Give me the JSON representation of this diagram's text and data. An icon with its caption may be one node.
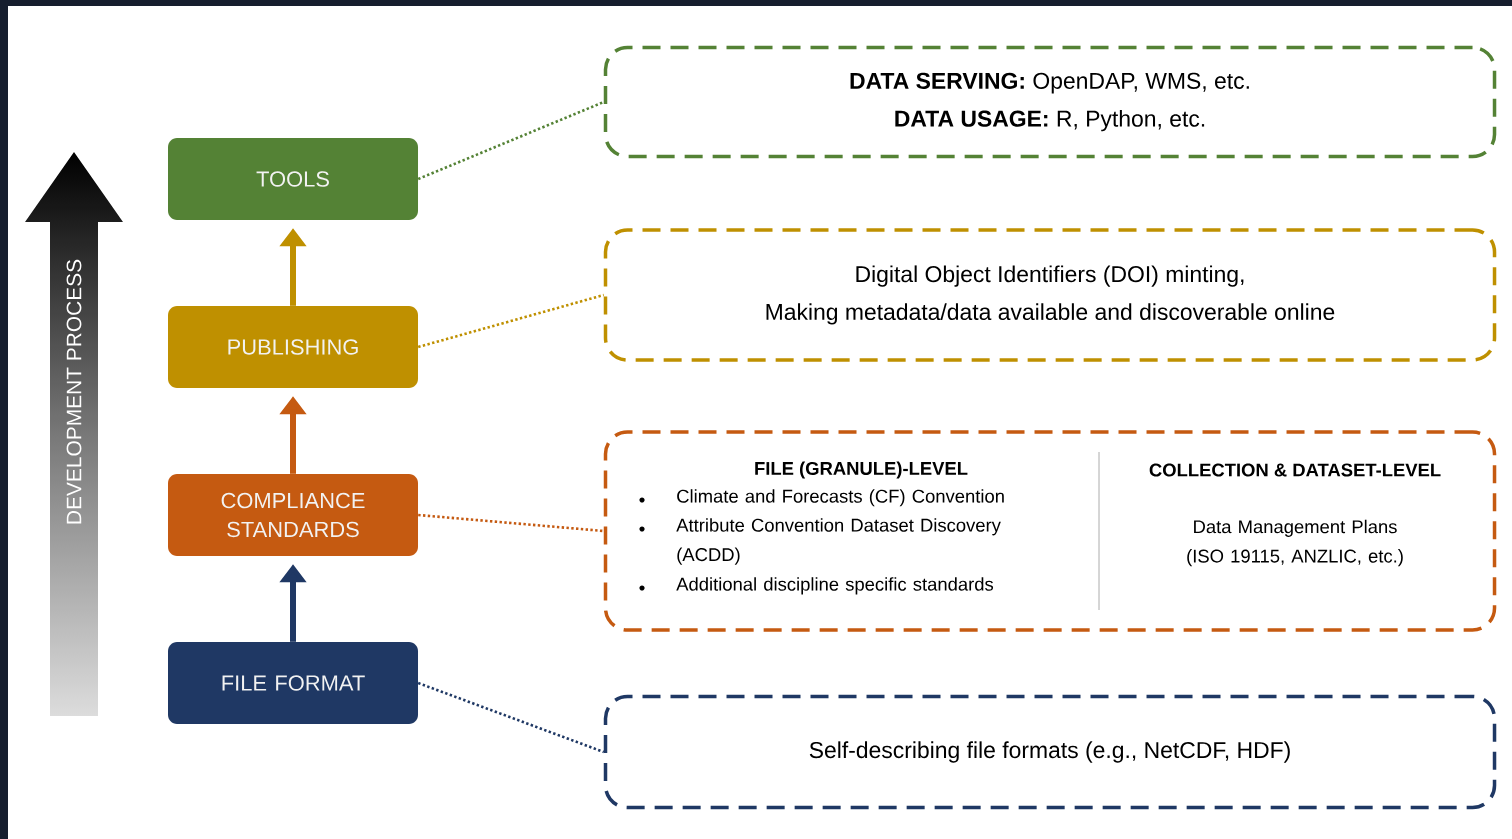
{
  "diagram": {
    "nodes": [
      {
        "text": [
          "TOOLS"
        ]
      },
      {
        "text": [
          "PUBLISHING"
        ]
      },
      {
        "text": [
          "COMPLIANCE STANDARDS"
        ]
      },
      {
        "text": [
          "FILE FORMAT"
        ]
      },
      {
        "text": [
          "**DATA SERVING:** OpenDAP, WMS, etc.",
          "**DATA USAGE:** R, Python, etc."
        ]
      },
      {
        "text": [
          "Digital Object Identifiers (DOI) minting,",
          "Making metadata/data available and discoverable online"
        ]
      },
      {
        "text": [
          "FILE (GRANULE)-LEVEL",
          "Climate and Forecasts (CF) Convention",
          "Attribute Convention Dataset Discovery (ACDD)",
          "Additional discipline specific standards",
          "COLLECTION & DATASET-LEVEL",
          "Data Management Plans (ISO 19115, ANZLIC, etc.)"
        ]
      },
      {
        "text": [
          "Self-describing file formats (e.g., NetCDF, HDF)"
        ]
      }
    ],
    "edges": [
      {
        "from": 3,
        "to": 2,
        "arrow": "to",
        "style": "thick",
        "color": "#1f3864"
      },
      {
        "from": 2,
        "to": 1,
        "arrow": "to",
        "style": "thick",
        "color": "#c55a11"
      },
      {
        "from": 1,
        "to": 0,
        "arrow": "to",
        "style": "thick",
        "color": "#bf9000"
      },
      {
        "from": 0,
        "to": 4,
        "arrow": "none",
        "style": "dashed",
        "color": "#548235"
      },
      {
        "from": 1,
        "to": 5,
        "arrow": "none",
        "style": "dashed",
        "color": "#bf9000"
      },
      {
        "from": 2,
        "to": 6,
        "arrow": "none",
        "style": "dashed",
        "color": "#c55a11"
      },
      {
        "from": 3,
        "to": 7,
        "arrow": "none",
        "style": "dashed",
        "color": "#1f3864"
      }
    ],
    "labels": [
      "DEVELOPMENT PROCESS"
    ]
  }
}
